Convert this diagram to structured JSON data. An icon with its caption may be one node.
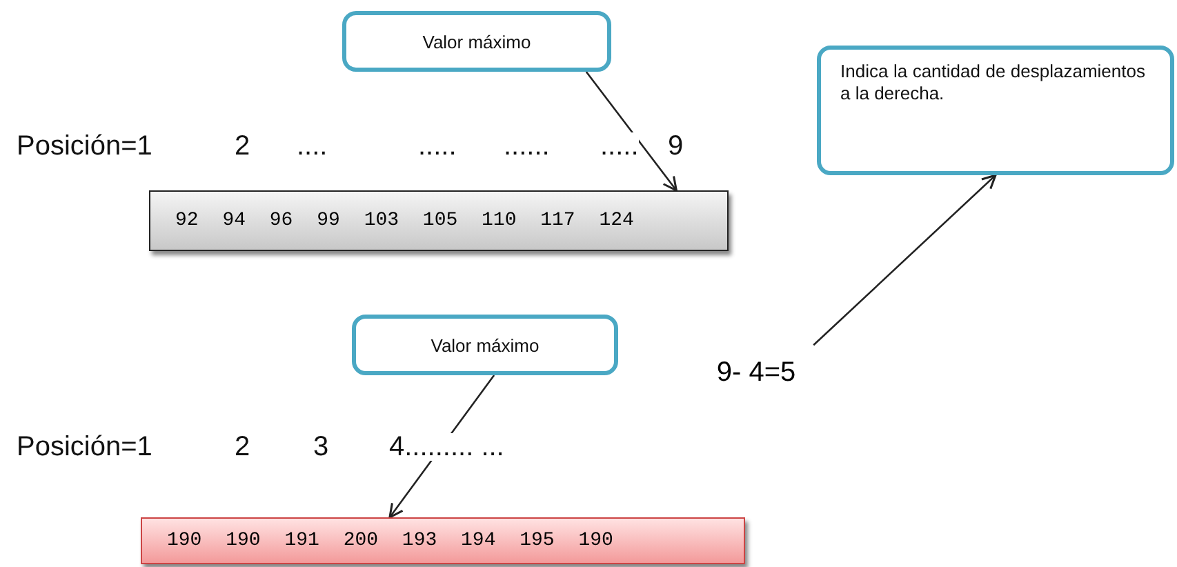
{
  "diagram": {
    "nodes": [
      {
        "text": [
          "Valor máximo"
        ]
      },
      {
        "text": [
          "92 94 96 99 103 105 110 117 124"
        ]
      },
      {
        "text": [
          "Indica la cantidad de desplazamientos a la derecha."
        ]
      },
      {
        "text": [
          "9- 4=5"
        ]
      },
      {
        "text": [
          "Valor máximo"
        ]
      },
      {
        "text": [
          "190 190 191 200 193 194 195 190"
        ]
      }
    ],
    "edges": [
      {
        "from": 0,
        "to": 1,
        "arrow": "to"
      },
      {
        "from": 3,
        "to": 2,
        "arrow": "to"
      },
      {
        "from": 4,
        "to": 5,
        "arrow": "to"
      }
    ],
    "labels": [
      "Posición=1",
      "2",
      "....",
      ".....",
      "......",
      ".....",
      "9",
      "Posición=1",
      "2",
      "3",
      "4......... ..."
    ]
  }
}
